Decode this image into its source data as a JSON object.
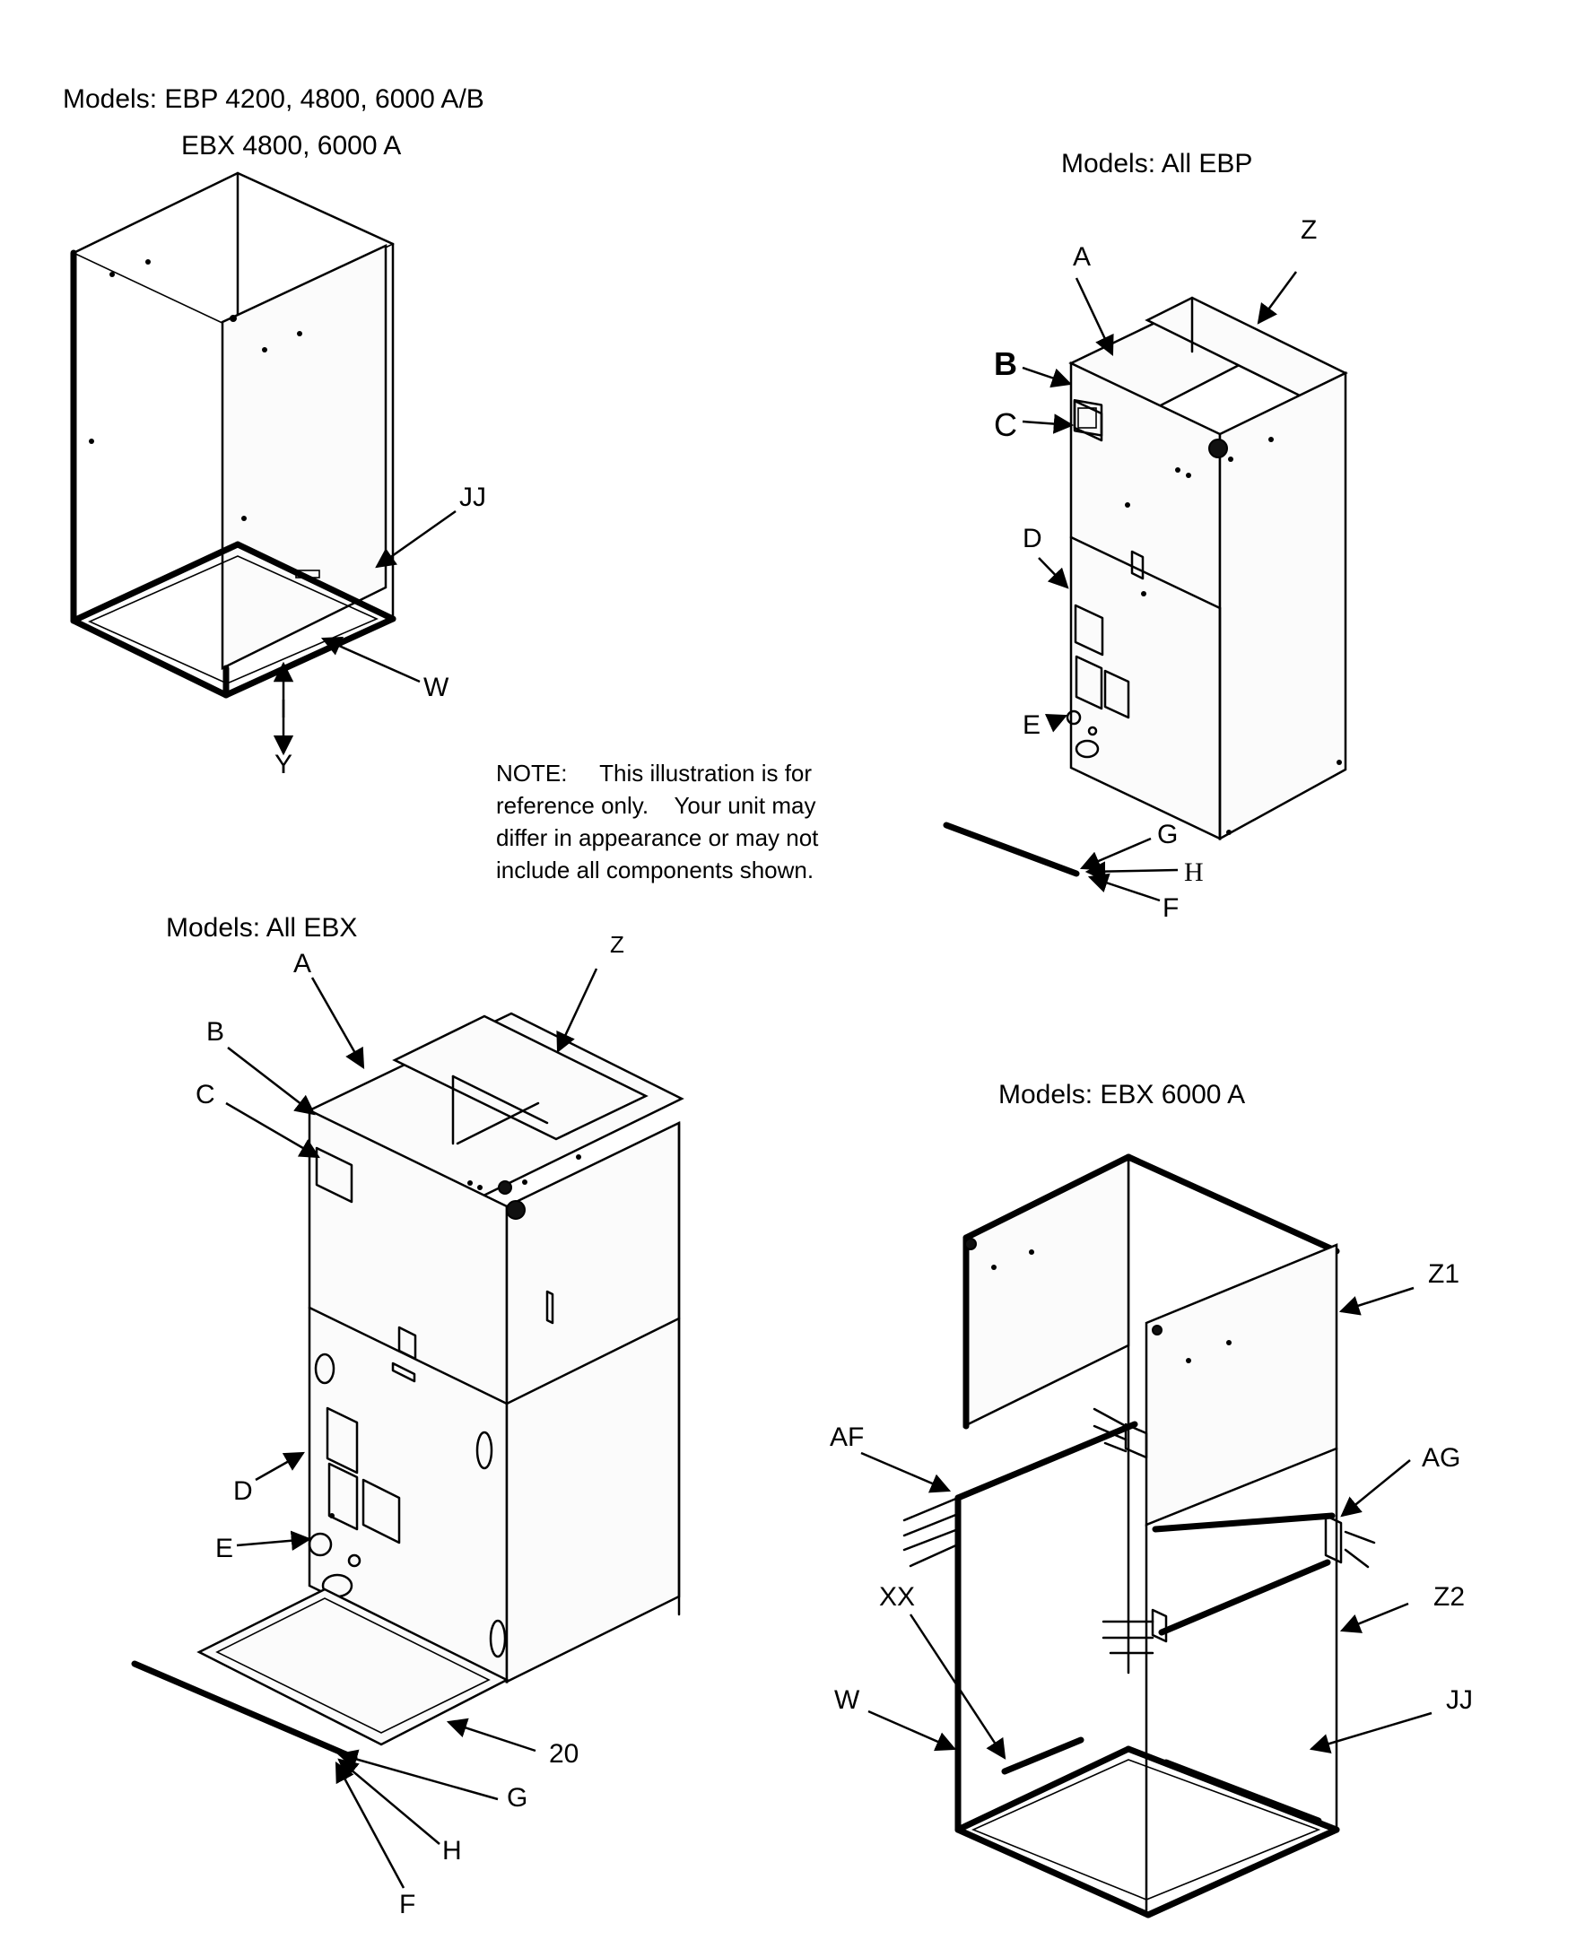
{
  "titles": {
    "top_left_line1": "Models: EBP 4200, 4800, 6000 A/B",
    "top_left_line2": "EBX 4800, 6000 A",
    "top_right": "Models: All EBP",
    "bottom_left": "Models: All EBX",
    "bottom_right": "Models: EBX 6000 A"
  },
  "note": {
    "line1": "NOTE:     This illustration is for",
    "line2": "reference only.    Your unit may",
    "line3": "differ in appearance or may not",
    "line4": "include all components shown."
  },
  "callouts": {
    "top_left": {
      "jj": "JJ",
      "w": "W",
      "y": "Y"
    },
    "top_right": {
      "a": "A",
      "z": "Z",
      "b": "B",
      "c": "C",
      "d": "D",
      "e": "E",
      "g": "G",
      "h": "H",
      "f": "F"
    },
    "bottom_left": {
      "a": "A",
      "z": "Z",
      "b": "B",
      "c": "C",
      "d": "D",
      "e": "E",
      "n20": "20",
      "g": "G",
      "h": "H",
      "f": "F"
    },
    "bottom_right": {
      "z1": "Z1",
      "af": "AF",
      "ag": "AG",
      "xx": "XX",
      "z2": "Z2",
      "w": "W",
      "jj": "JJ"
    }
  }
}
